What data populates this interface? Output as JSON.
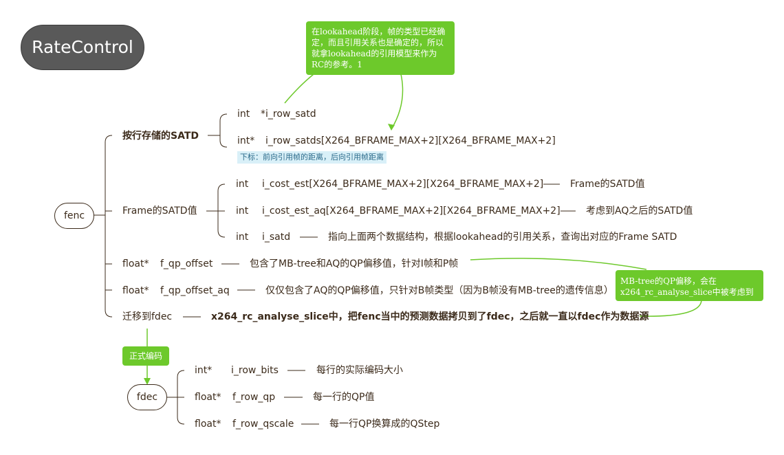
{
  "root": {
    "label": "RateControl"
  },
  "notes": {
    "lookahead": "在lookahead阶段，帧的类型已经确定，而且引用关系也是确定的，所以就拿lookahead的引用模型来作为RC的参考。1",
    "mbtree": "MB-tree的QP偏移，会在x264_rc_analyse_slice中被考虑到",
    "index_label": "下标：前向引用帧的距离，后向引用帧距离",
    "formal_encode": "正式编码"
  },
  "fenc": {
    "label": "fenc",
    "row_satd": {
      "label": "按行存储的SATD",
      "items": [
        {
          "type": "int",
          "name": "*i_row_satd"
        },
        {
          "type": "int*",
          "name": "i_row_satds[X264_BFRAME_MAX+2][X264_BFRAME_MAX+2]"
        }
      ]
    },
    "frame_satd": {
      "label": "Frame的SATD值",
      "items": [
        {
          "type": "int",
          "name": "i_cost_est[X264_BFRAME_MAX+2][X264_BFRAME_MAX+2]",
          "desc": "Frame的SATD值"
        },
        {
          "type": "int",
          "name": "i_cost_est_aq[X264_BFRAME_MAX+2][X264_BFRAME_MAX+2]",
          "desc": "考虑到AQ之后的SATD值"
        },
        {
          "type": "int",
          "name": "i_satd",
          "desc": "指向上面两个数据结构，根据lookahead的引用关系，查询出对应的Frame SATD"
        }
      ]
    },
    "qp_offset": {
      "type": "float*",
      "name": "f_qp_offset",
      "desc": "包含了MB-tree和AQ的QP偏移值，针对I帧和P帧"
    },
    "qp_offset_aq": {
      "type": "float*",
      "name": "f_qp_offset_aq",
      "desc": "仅仅包含了AQ的QP偏移值，只针对B帧类型（因为B帧没有MB-tree的遗传信息）"
    },
    "migrate": {
      "label": "迁移到fdec",
      "desc": "x264_rc_analyse_slice中，把fenc当中的预测数据拷贝到了fdec，之后就一直以fdec作为数据源"
    }
  },
  "fdec": {
    "label": "fdec",
    "items": [
      {
        "type": "int*",
        "name": "i_row_bits",
        "desc": "每行的实际编码大小"
      },
      {
        "type": "float*",
        "name": "f_row_qp",
        "desc": "每一行的QP值"
      },
      {
        "type": "float*",
        "name": "f_row_qscale",
        "desc": "每一行QP换算成的QStep"
      }
    ]
  },
  "colors": {
    "root_fill": "#595959",
    "accent_green": "#6dc92b",
    "text": "#3b2a1a",
    "label_bg": "#d9f0f8"
  }
}
